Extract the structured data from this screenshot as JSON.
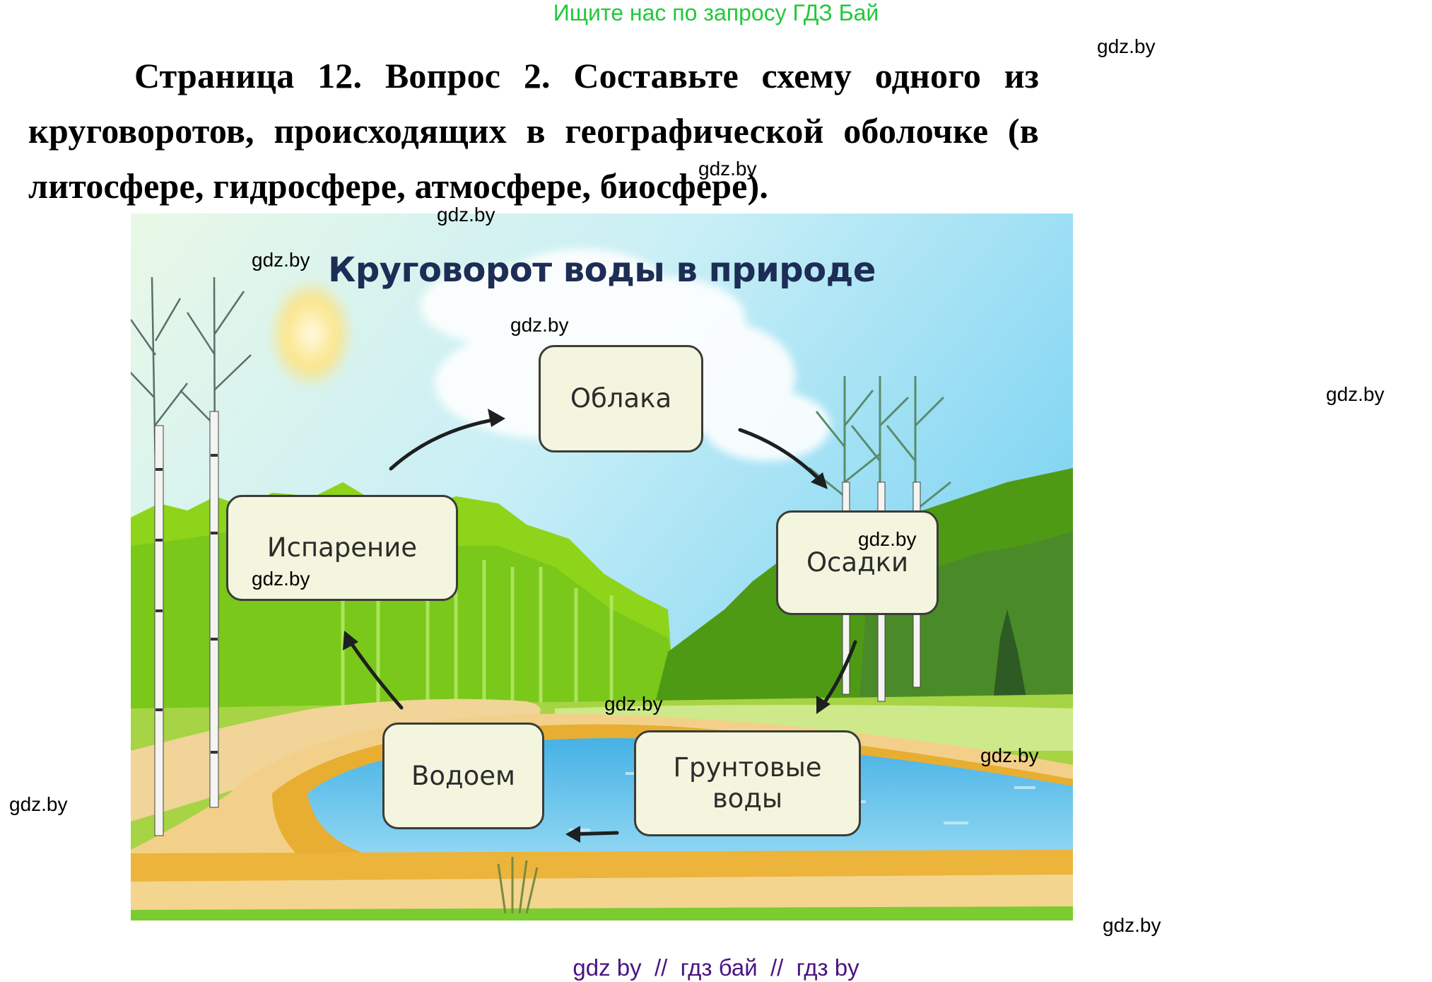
{
  "promo_banner": "Ищите нас по запросу ГДЗ Бай",
  "question": {
    "text": "Страница 12. Вопрос 2. Составьте схему одного из круговоротов, происходящих в географической оболочке (в литосфере, гидросфере, атмосфере, биосфере)."
  },
  "figure": {
    "title": "Круговорот воды в природе",
    "nodes": [
      {
        "id": "clouds",
        "label": "Облака"
      },
      {
        "id": "precipitation",
        "label": "Осадки"
      },
      {
        "id": "groundwater",
        "label": "Грунтовые воды"
      },
      {
        "id": "water_body",
        "label": "Водоем"
      },
      {
        "id": "evaporation",
        "label": "Испарение"
      }
    ],
    "edges": [
      {
        "from": "evaporation",
        "to": "clouds"
      },
      {
        "from": "clouds",
        "to": "precipitation"
      },
      {
        "from": "precipitation",
        "to": "groundwater"
      },
      {
        "from": "groundwater",
        "to": "water_body"
      },
      {
        "from": "water_body",
        "to": "evaporation"
      }
    ]
  },
  "watermarks": {
    "label": "gdz.by",
    "count": 12
  },
  "footer": "gdz by  //  гдз бай  //  гдз by",
  "colors": {
    "promo": "#22c93a",
    "footer": "#4a1580",
    "figure_title": "#1d2d55",
    "box_fill": "#f4f5de",
    "box_border": "#3a3d38"
  }
}
